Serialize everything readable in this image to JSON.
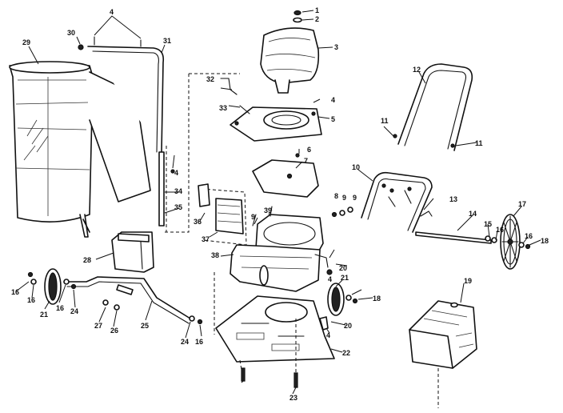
{
  "diagram": {
    "callouts": [
      "1",
      "2",
      "3",
      "4",
      "4",
      "4",
      "4",
      "4",
      "5",
      "6",
      "7",
      "8",
      "9",
      "9",
      "9",
      "10",
      "11",
      "11",
      "12",
      "13",
      "14",
      "15",
      "16",
      "16",
      "16",
      "16",
      "16",
      "16",
      "17",
      "18",
      "18",
      "19",
      "20",
      "20",
      "21",
      "21",
      "22",
      "23",
      "24",
      "24",
      "25",
      "26",
      "27",
      "28",
      "29",
      "30",
      "31",
      "32",
      "33",
      "34",
      "35",
      "36",
      "37",
      "38",
      "39"
    ]
  }
}
